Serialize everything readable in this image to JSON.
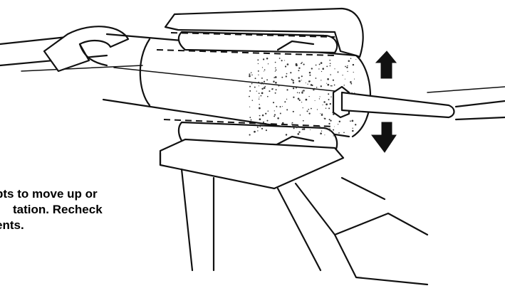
{
  "caption": {
    "line1": "pts to move up or",
    "line2": "tation.  Recheck",
    "line3": "ents."
  }
}
